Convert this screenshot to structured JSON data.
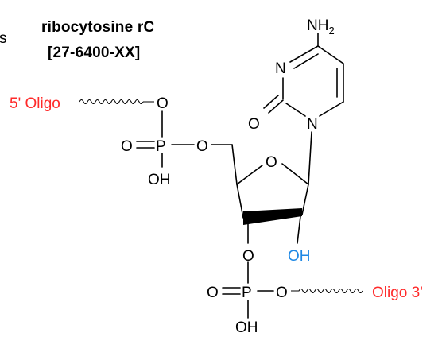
{
  "molecule": {
    "name": "ribocytosine rC",
    "catalog": "[27-6400-XX]",
    "edge_char": "s"
  },
  "labels": {
    "oligo5": "5' Oligo",
    "oligo3": "Oligo 3'",
    "o_top": "O",
    "o_double_top": "O",
    "p_top": "P",
    "o_ester_top": "O",
    "oh_phos_top": "OH",
    "o_ring": "O",
    "oh_2prime": "OH",
    "o_3prime": "O",
    "o_double_bottom": "O",
    "p_bottom": "P",
    "o_ester_bottom": "O",
    "oh_phos_bottom": "OH",
    "n1": "N",
    "n3": "N",
    "carbonyl_o": "O",
    "amine_nh": "NH",
    "amine_sub": "2"
  },
  "colors": {
    "oligo": "#ff2a2a",
    "hydroxyl": "#1e88e5",
    "ink": "#000000"
  }
}
